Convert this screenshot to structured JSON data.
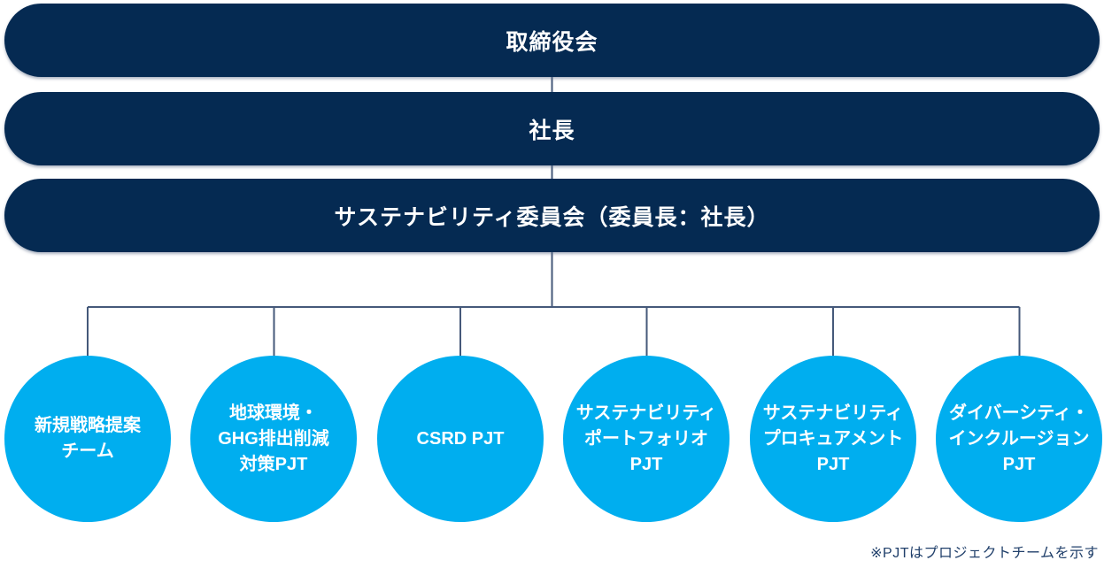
{
  "org": {
    "board": "取締役会",
    "president": "社長",
    "committee": "サステナビリティ委員会（委員長：社長）"
  },
  "teams": [
    {
      "label": "新規戦略提案\nチーム"
    },
    {
      "label": "地球環境・\nGHG排出削減\n対策PJT"
    },
    {
      "label": "CSRD PJT"
    },
    {
      "label": "サステナビリティ\nポートフォリオ\nPJT"
    },
    {
      "label": "サステナビリティ\nプロキュアメント\nPJT"
    },
    {
      "label": "ダイバーシティ・\nインクルージョン\nPJT"
    }
  ],
  "footnote": "※PJTはプロジェクトチームを示す",
  "colors": {
    "navy": "#052a52",
    "cyan": "#00aeef",
    "line": "#45597a",
    "note": "#21406b",
    "text_on_dark": "#ffffff"
  }
}
